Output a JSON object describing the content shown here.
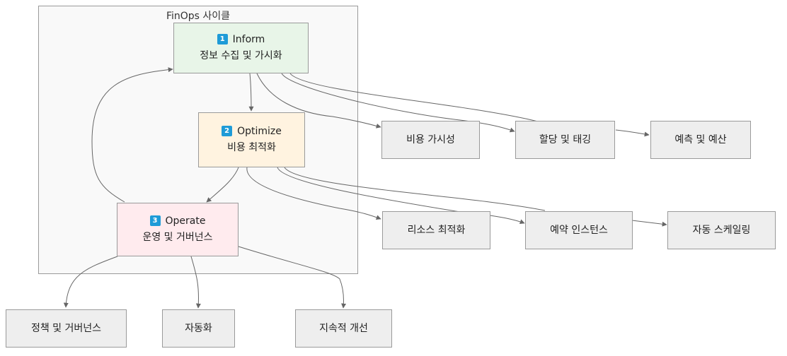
{
  "cluster": {
    "title": "FinOps 사이클"
  },
  "phases": {
    "inform": {
      "badge": "1",
      "name": "Inform",
      "desc": "정보 수집 및 가시화"
    },
    "optimize": {
      "badge": "2",
      "name": "Optimize",
      "desc": "비용 최적화"
    },
    "operate": {
      "badge": "3",
      "name": "Operate",
      "desc": "운영 및 거버넌스"
    }
  },
  "inform_outputs": [
    "비용 가시성",
    "할당 및 태깅",
    "예측 및 예산"
  ],
  "optimize_outputs": [
    "리소스 최적화",
    "예약 인스턴스",
    "자동 스케일링"
  ],
  "operate_outputs": [
    "정책 및 거버넌스",
    "자동화",
    "지속적 개선"
  ],
  "colors": {
    "inform_fill": "#e8f5e8",
    "optimize_fill": "#fff3e0",
    "operate_fill": "#ffebee",
    "leaf_fill": "#eeeeee",
    "badge": "#1e9bd7",
    "edge": "#666666"
  }
}
